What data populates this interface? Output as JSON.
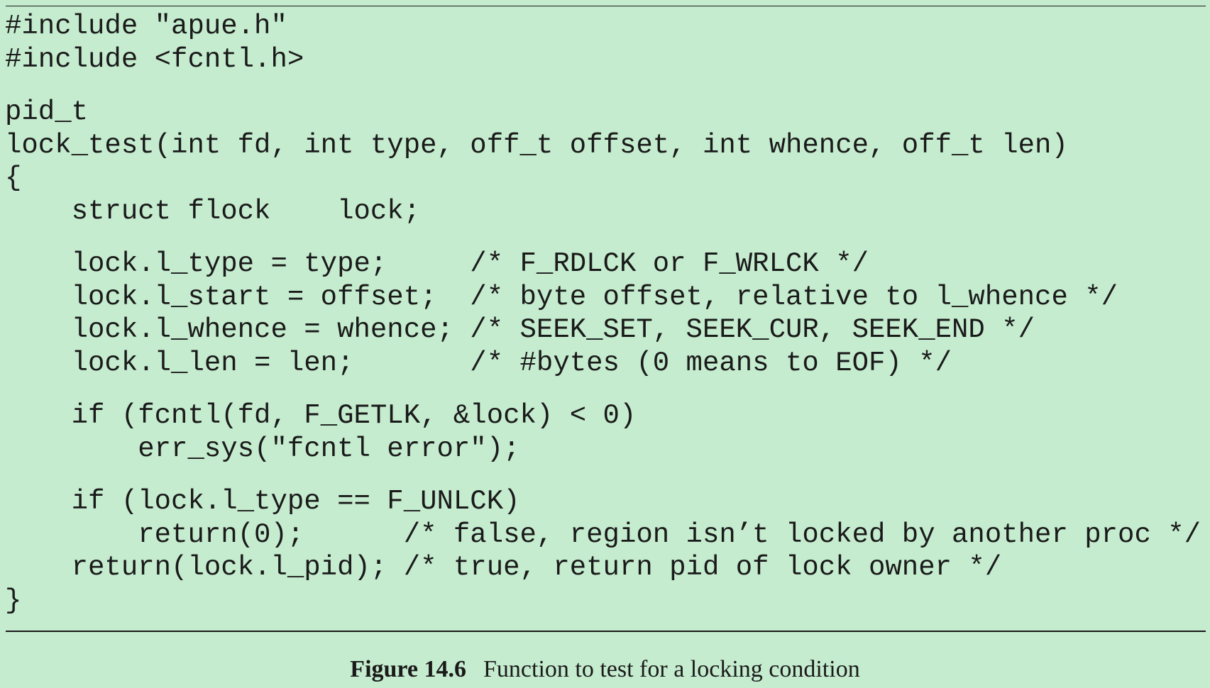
{
  "code_lines": [
    "#include \"apue.h\"",
    "#include <fcntl.h>",
    "pid_t",
    "lock_test(int fd, int type, off_t offset, int whence, off_t len)",
    "{",
    "    struct flock    lock;",
    "    lock.l_type = type;     /* F_RDLCK or F_WRLCK */",
    "    lock.l_start = offset;  /* byte offset, relative to l_whence */",
    "    lock.l_whence = whence; /* SEEK_SET, SEEK_CUR, SEEK_END */",
    "    lock.l_len = len;       /* #bytes (0 means to EOF) */",
    "    if (fcntl(fd, F_GETLK, &lock) < 0)",
    "        err_sys(\"fcntl error\");",
    "    if (lock.l_type == F_UNLCK)",
    "        return(0);      /* false, region isn’t locked by another proc */",
    "    return(lock.l_pid); /* true, return pid of lock owner */",
    "}"
  ],
  "caption": {
    "label": "Figure 14.6",
    "text": "Function to test for a locking condition"
  }
}
